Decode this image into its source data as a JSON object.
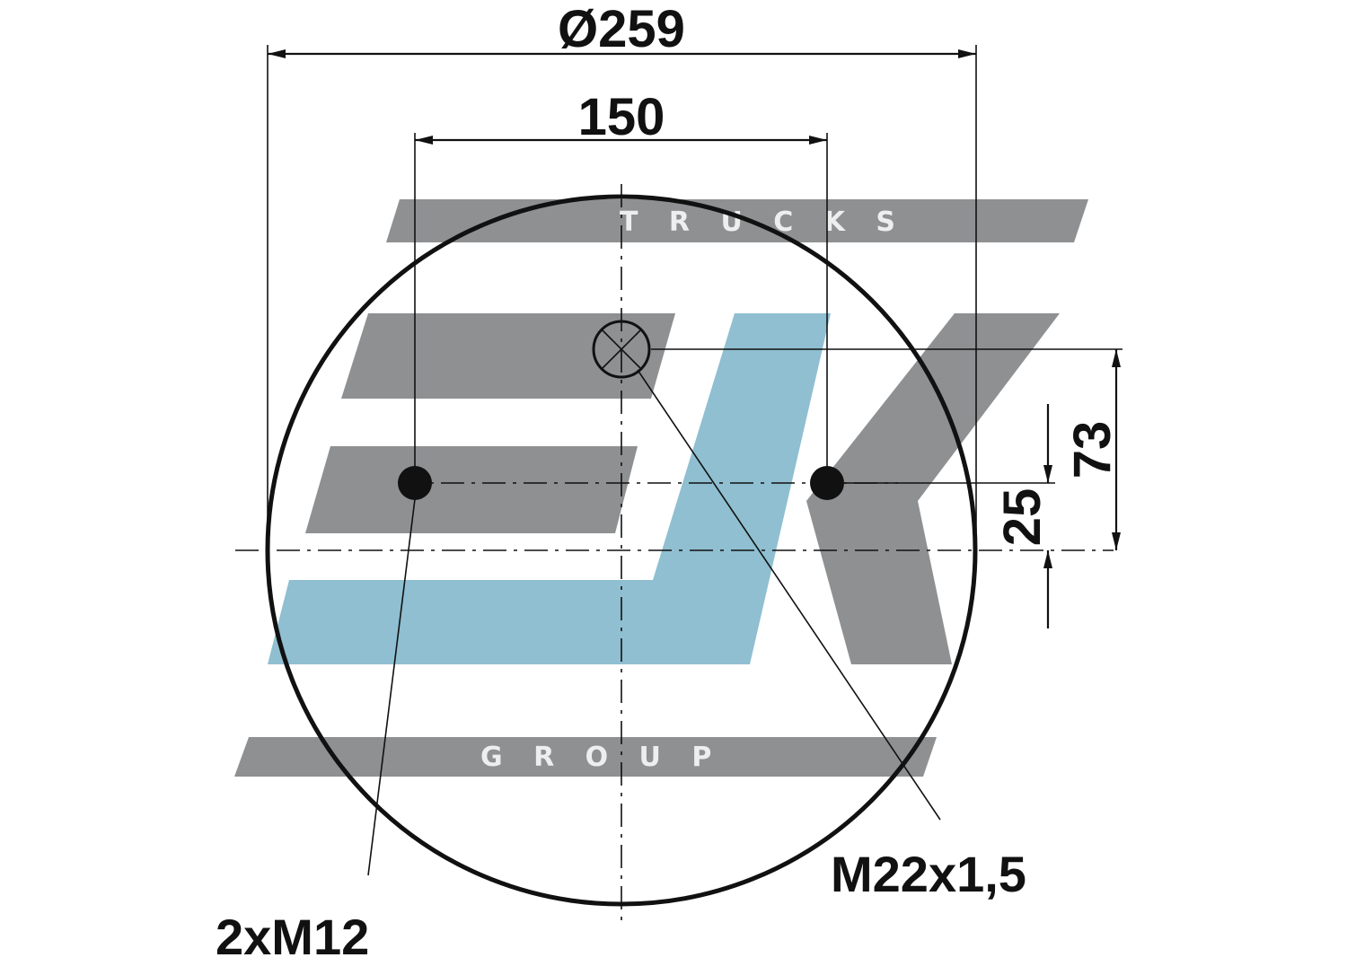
{
  "drawing": {
    "dimension_diameter": "Ø259",
    "dimension_hole_spacing": "150",
    "dimension_offset_large": "73",
    "dimension_offset_small": "25",
    "callout_port": "M22x1,5",
    "callout_bolts": "2xM12"
  },
  "watermark": {
    "top_word": "T R U C K S",
    "bottom_word": "G R O U P",
    "gray": "#8e9092",
    "blue": "#8fbfd1"
  },
  "colors": {
    "line": "#111111",
    "background": "#ffffff"
  }
}
